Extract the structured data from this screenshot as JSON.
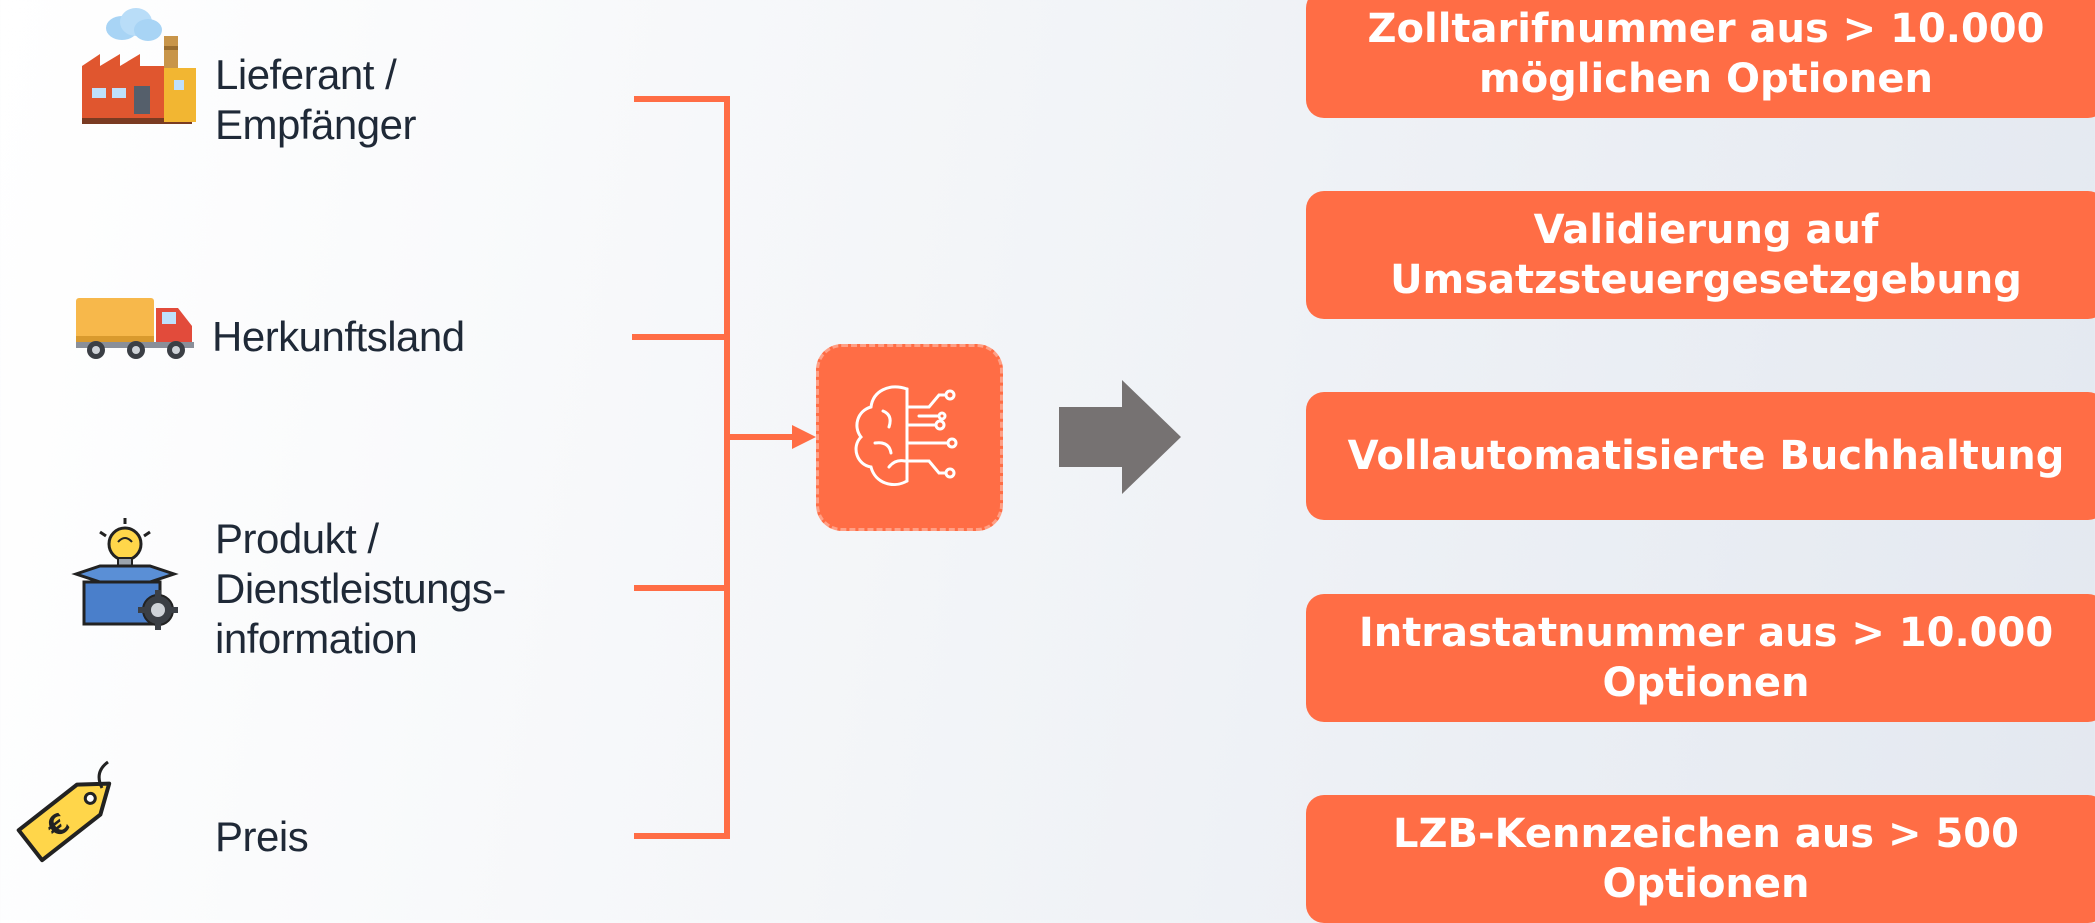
{
  "inputs": [
    {
      "label_line1": "Lieferant /",
      "label_line2": "Empfänger",
      "icon": "factory-icon"
    },
    {
      "label": "Herkunftsland",
      "icon": "truck-icon"
    },
    {
      "label_line1": "Produkt /",
      "label_line2": "Dienstleistungs-",
      "label_line3": "information",
      "icon": "product-box-icon"
    },
    {
      "label": "Preis",
      "icon": "price-tag-icon"
    }
  ],
  "processor": {
    "icon": "ai-brain-icon"
  },
  "arrow": {
    "icon": "right-arrow-icon"
  },
  "outputs": [
    {
      "label": "Zolltarifnummer aus > 10.000 möglichen Optionen"
    },
    {
      "label": "Validierung auf Umsatzsteuergesetzgebung"
    },
    {
      "label": "Vollautomatisierte Buchhaltung"
    },
    {
      "label": "Intrastatnummer aus > 10.000 Optionen"
    },
    {
      "label": "LZB-Kennzeichen aus > 500 Optionen"
    }
  ],
  "colors": {
    "accent": "#ff6d45",
    "arrow": "#767272",
    "text": "#1f2937"
  }
}
